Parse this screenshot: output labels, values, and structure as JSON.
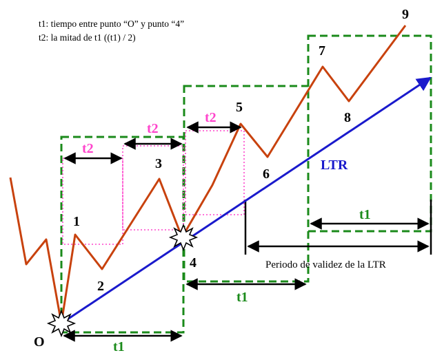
{
  "legend": {
    "line1": "t1: tiempo entre punto “O” y punto “4”",
    "line2": "t2: la mitad de t1 ((t1) / 2)"
  },
  "points": {
    "o": "O",
    "p1": "1",
    "p2": "2",
    "p3": "3",
    "p4": "4",
    "p5": "5",
    "p6": "6",
    "p7": "7",
    "p8": "8",
    "p9": "9"
  },
  "labels": {
    "t1_bottom": "t1",
    "t1_middle": "t1",
    "t1_right": "t1",
    "t2_left": "t2",
    "t2_top": "t2",
    "t2_right": "t2",
    "trendline": "LTR",
    "validity": "Periodo de validez de la LTR"
  },
  "colors": {
    "price": "#c8420e",
    "trendline": "#1a1acc",
    "t1_box": "#1a8a1a",
    "t2_box": "#ff44cc",
    "text": "#000000"
  }
}
